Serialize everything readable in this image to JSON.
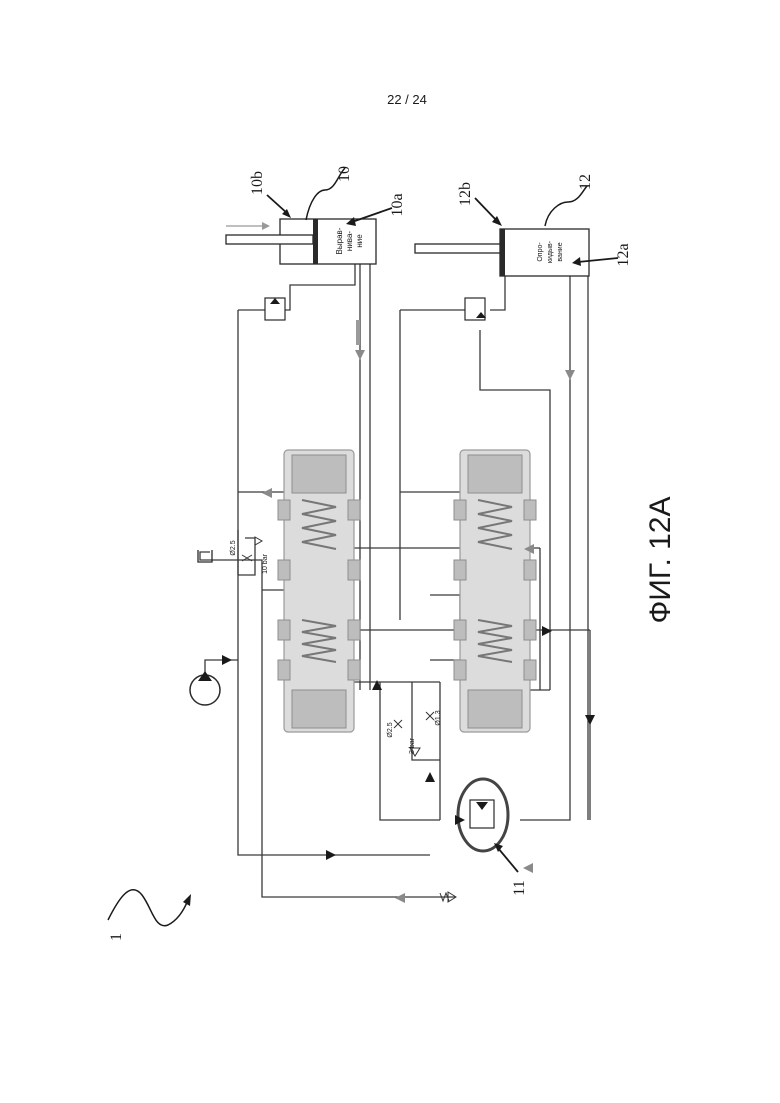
{
  "page": {
    "counter": "22 / 24"
  },
  "figure": {
    "caption": "ФИГ. 12А"
  },
  "references": {
    "r1": "1",
    "r10": "10",
    "r10a": "10a",
    "r10b": "10b",
    "r11": "11",
    "r12": "12",
    "r12a": "12a",
    "r12b": "12b"
  },
  "cylinders": {
    "levelling": {
      "line1": "Вырав-",
      "line2": "нива-",
      "line3": "ние"
    },
    "tipping": {
      "line1": "Опро-",
      "line2": "кидыв-",
      "line3": "вание"
    }
  },
  "orifices": {
    "o1": "Ø2.5",
    "o2": "Ø2.5",
    "o3": "Ø1.3"
  },
  "check_valves": {
    "cv1": "10 bar",
    "cv2": "3 bar"
  },
  "icons": [
    "pump-icon",
    "tank-icon",
    "check-valve-icon",
    "orifice-icon",
    "spool-valve-icon",
    "relief-valve-icon",
    "flow-arrow-icon"
  ],
  "colors": {
    "ink": "#1a1a1a",
    "flow_gray": "#8a8a8a",
    "valve_body": "#dcdcdc"
  }
}
